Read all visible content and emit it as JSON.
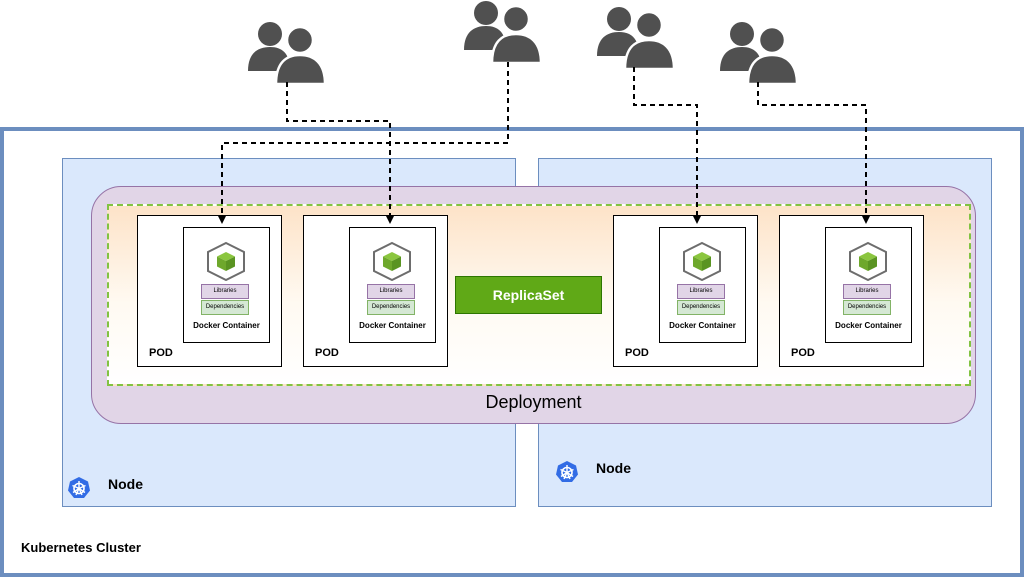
{
  "cluster": {
    "label": "Kubernetes Cluster"
  },
  "nodes": [
    {
      "label": "Node",
      "icon": "kubernetes-icon"
    },
    {
      "label": "Node",
      "icon": "kubernetes-icon"
    }
  ],
  "deployment": {
    "label": "Deployment"
  },
  "replicaset": {
    "label": "ReplicaSet"
  },
  "pods": [
    {
      "label": "POD",
      "container": {
        "label": "Docker Container",
        "libraries": "Libraries",
        "dependencies": "Dependencies",
        "icon": "container-cube-icon"
      }
    },
    {
      "label": "POD",
      "container": {
        "label": "Docker Container",
        "libraries": "Libraries",
        "dependencies": "Dependencies",
        "icon": "container-cube-icon"
      }
    },
    {
      "label": "POD",
      "container": {
        "label": "Docker Container",
        "libraries": "Libraries",
        "dependencies": "Dependencies",
        "icon": "container-cube-icon"
      }
    },
    {
      "label": "POD",
      "container": {
        "label": "Docker Container",
        "libraries": "Libraries",
        "dependencies": "Dependencies",
        "icon": "container-cube-icon"
      }
    }
  ],
  "user_groups": [
    {
      "icon": "users-icon"
    },
    {
      "icon": "users-icon"
    },
    {
      "icon": "users-icon"
    },
    {
      "icon": "users-icon"
    }
  ],
  "colors": {
    "cluster_border": "#6c8ebf",
    "node_fill": "#dae8fc",
    "deployment_fill": "#e1d5e7",
    "replicaset_fill": "#60a917",
    "replicaset_dashed_border": "#82c341",
    "user_icon": "#505050"
  }
}
